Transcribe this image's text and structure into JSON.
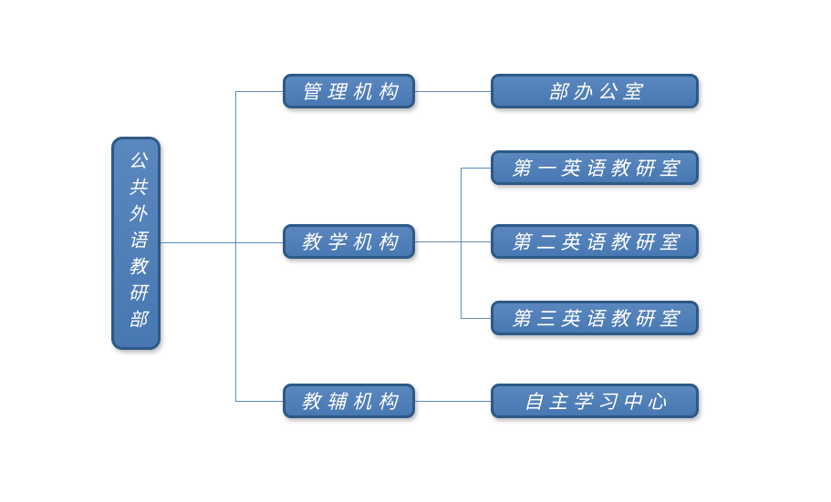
{
  "diagram": {
    "type": "org-chart",
    "root": {
      "label": "公共外语教研部"
    },
    "branches": [
      {
        "label": "管理机构",
        "children": [
          {
            "label": "部办公室"
          }
        ]
      },
      {
        "label": "教学机构",
        "children": [
          {
            "label": "第一英语教研室"
          },
          {
            "label": "第二英语教研室"
          },
          {
            "label": "第三英语教研室"
          }
        ]
      },
      {
        "label": "教辅机构",
        "children": [
          {
            "label": "自主学习中心"
          }
        ]
      }
    ]
  },
  "colors": {
    "box_fill_top": "#5b87bf",
    "box_fill_bottom": "#4878b2",
    "box_border": "#2d5986",
    "connector": "#6089ba",
    "text": "#ffffff",
    "background": "#ffffff"
  }
}
